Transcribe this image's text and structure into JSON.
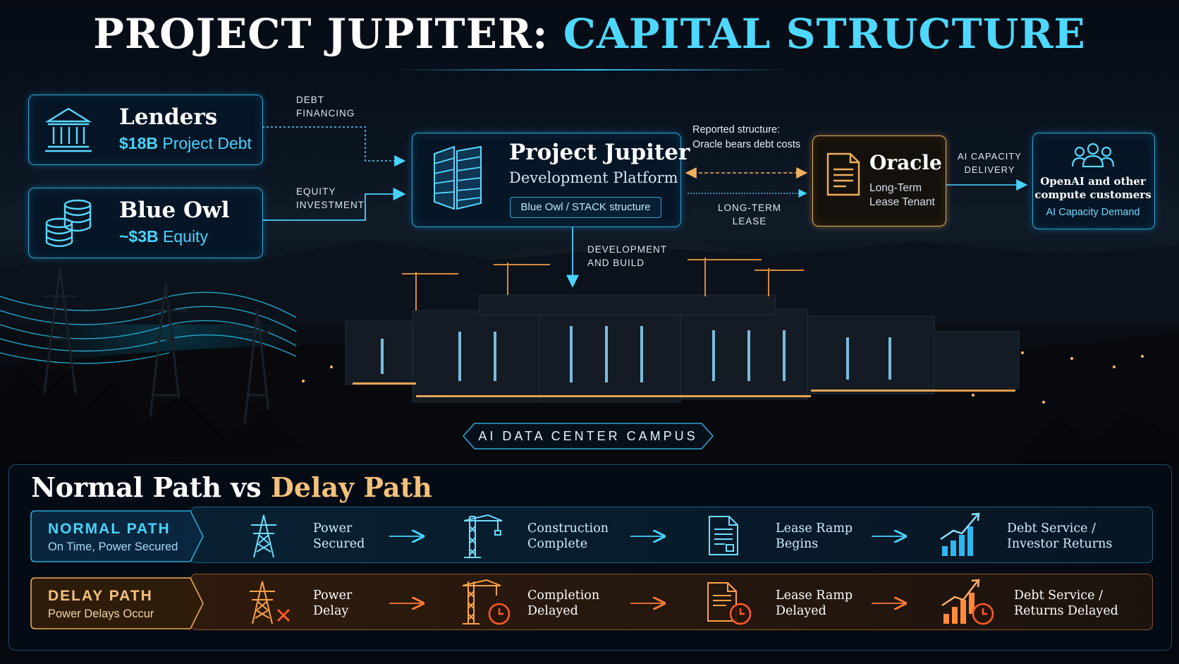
{
  "title": {
    "part1": "PROJECT JUPITER:",
    "part2": "CAPITAL STRUCTURE"
  },
  "lenders": {
    "name": "Lenders",
    "amount": "$18B",
    "amount_desc": "Project Debt"
  },
  "blue_owl": {
    "name": "Blue Owl",
    "amount": "~$3B",
    "amount_desc": "Equity"
  },
  "flows": {
    "debt_financing": [
      "DEBT",
      "FINANCING"
    ],
    "equity_investment": [
      "EQUITY",
      "INVESTMENT"
    ],
    "development_build": [
      "DEVELOPMENT",
      "AND BUILD"
    ],
    "long_term_lease": [
      "LONG-TERM",
      "LEASE"
    ],
    "ai_capacity_delivery": [
      "AI CAPACITY",
      "DELIVERY"
    ],
    "reported_structure": [
      "Reported structure:",
      "Oracle bears debt costs"
    ]
  },
  "jupiter": {
    "name": "Project Jupiter",
    "subtitle": "Development Platform",
    "tag": "Blue Owl / STACK structure"
  },
  "oracle": {
    "name": "Oracle",
    "desc": [
      "Long-Term",
      "Lease Tenant"
    ]
  },
  "openai": {
    "name": [
      "OpenAI and other",
      "compute customers"
    ],
    "desc": "AI Capacity Demand"
  },
  "campus_label": "AI DATA CENTER CAMPUS",
  "paths": {
    "title_normal": "Normal Path",
    "title_vs": "vs",
    "title_delay": "Delay Path",
    "normal": {
      "label": "NORMAL PATH",
      "sub": "On Time, Power Secured",
      "steps": [
        [
          "Power",
          "Secured"
        ],
        [
          "Construction",
          "Complete"
        ],
        [
          "Lease Ramp",
          "Begins"
        ],
        [
          "Debt Service /",
          "Investor Returns"
        ]
      ],
      "icons": [
        "power-tower-icon",
        "crane-icon",
        "document-icon",
        "growth-chart-icon"
      ]
    },
    "delay": {
      "label": "DELAY PATH",
      "sub": "Power Delays Occur",
      "steps": [
        [
          "Power",
          "Delay"
        ],
        [
          "Completion",
          "Delayed"
        ],
        [
          "Lease Ramp",
          "Delayed"
        ],
        [
          "Debt Service /",
          "Returns Delayed"
        ]
      ],
      "icons": [
        "power-tower-x-icon",
        "crane-clock-icon",
        "document-clock-icon",
        "chart-clock-icon"
      ]
    }
  },
  "colors": {
    "cyan": "#48d3ff",
    "gold": "#e8ac54",
    "orange": "#ff6a2a"
  }
}
